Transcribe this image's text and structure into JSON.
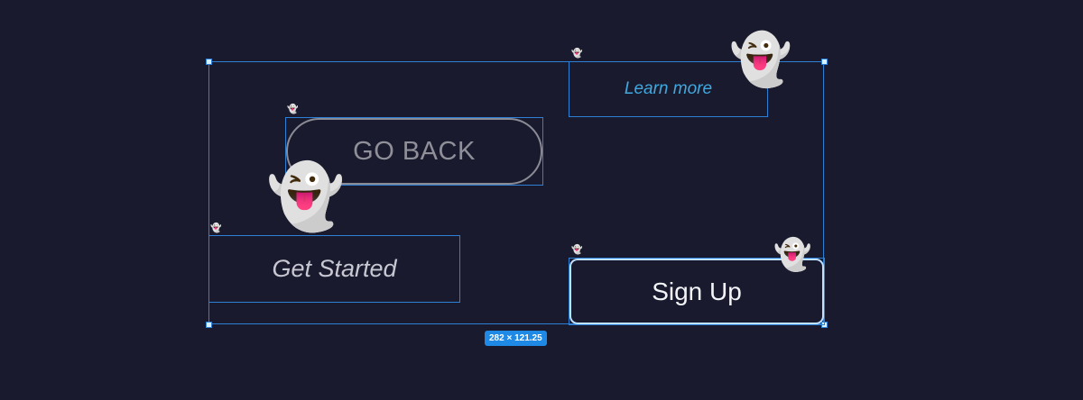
{
  "canvas": {
    "background": "#1a1a2e",
    "selection_color": "#2e7fd6"
  },
  "buttons": {
    "go_back": {
      "label": "GO BACK",
      "style": "pill-outline",
      "text_color": "#8f8f99"
    },
    "learn_more": {
      "label": "Learn more",
      "style": "text-link-italic",
      "text_color": "#3fa9e0"
    },
    "get_started": {
      "label": "Get Started",
      "style": "text-italic",
      "text_color": "#c7c8d2"
    },
    "sign_up": {
      "label": "Sign Up",
      "style": "rounded-outline",
      "text_color": "#f2f4f8",
      "border_color": "#bfe3ff"
    }
  },
  "selection": {
    "size_label": "282 × 121.25"
  },
  "decorations": {
    "ghost_emoji": "👻",
    "mini_ghost_emoji": "👻"
  }
}
